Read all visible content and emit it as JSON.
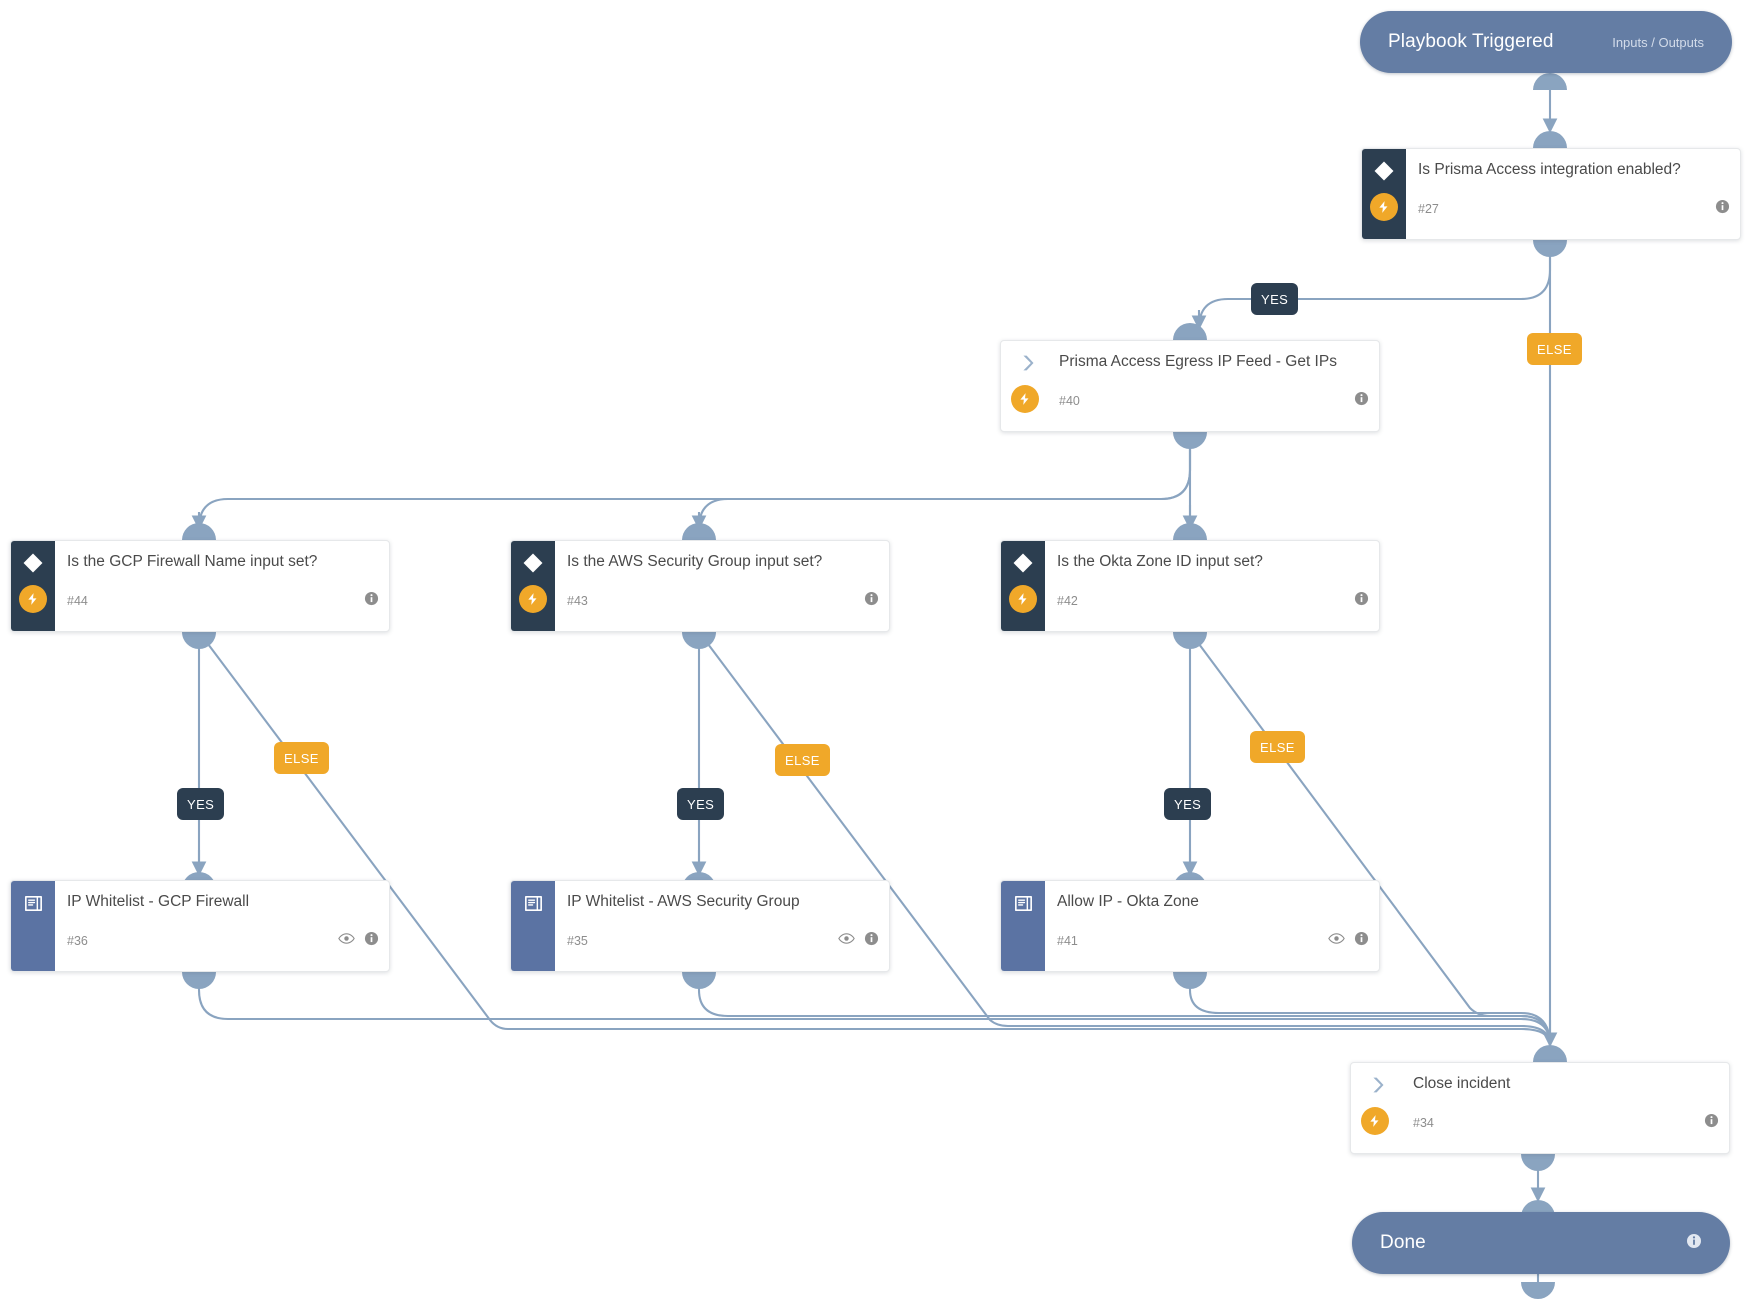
{
  "diagram": {
    "title": "Playbook Triggered",
    "type": "playbook-workflow"
  },
  "start": {
    "label": "Playbook Triggered",
    "sublabel": "Inputs / Outputs",
    "info_icon": "info-icon"
  },
  "end": {
    "label": "Done",
    "info_icon": "info-icon"
  },
  "nodes": [
    {
      "id": "n27",
      "title": "Is Prisma Access integration enabled?",
      "number": "#27",
      "kind": "condition",
      "icon": "diamond-icon",
      "has_bolt": true,
      "has_eye": false,
      "has_info": true
    },
    {
      "id": "n40",
      "title": "Prisma Access Egress IP Feed - Get IPs",
      "number": "#40",
      "kind": "regular",
      "icon": "chevron-right-icon",
      "has_bolt": true,
      "has_eye": false,
      "has_info": true
    },
    {
      "id": "n44",
      "title": "Is the GCP Firewall Name input set?",
      "number": "#44",
      "kind": "condition",
      "icon": "diamond-icon",
      "has_bolt": true,
      "has_eye": false,
      "has_info": true
    },
    {
      "id": "n43",
      "title": "Is the AWS Security Group input set?",
      "number": "#43",
      "kind": "condition",
      "icon": "diamond-icon",
      "has_bolt": true,
      "has_eye": false,
      "has_info": true
    },
    {
      "id": "n42",
      "title": "Is the Okta Zone ID input set?",
      "number": "#42",
      "kind": "condition",
      "icon": "diamond-icon",
      "has_bolt": true,
      "has_eye": false,
      "has_info": true
    },
    {
      "id": "n36",
      "title": "IP Whitelist - GCP Firewall",
      "number": "#36",
      "kind": "sub-playbook",
      "icon": "book-icon",
      "has_bolt": false,
      "has_eye": true,
      "has_info": true
    },
    {
      "id": "n35",
      "title": "IP Whitelist - AWS Security Group",
      "number": "#35",
      "kind": "sub-playbook",
      "icon": "book-icon",
      "has_bolt": false,
      "has_eye": true,
      "has_info": true
    },
    {
      "id": "n41",
      "title": "Allow IP - Okta Zone",
      "number": "#41",
      "kind": "sub-playbook",
      "icon": "book-icon",
      "has_bolt": false,
      "has_eye": true,
      "has_info": true
    },
    {
      "id": "n34",
      "title": "Close incident",
      "number": "#34",
      "kind": "regular",
      "icon": "chevron-right-icon",
      "has_bolt": true,
      "has_eye": false,
      "has_info": true
    }
  ],
  "branch_labels": {
    "yes_27": "YES",
    "else_27": "ELSE",
    "yes_44": "YES",
    "else_44": "ELSE",
    "yes_43": "YES",
    "else_43": "ELSE",
    "yes_42": "YES",
    "else_42": "ELSE"
  },
  "colors": {
    "accent_orange": "#f0a829",
    "condition_dark": "#2c3e50",
    "subplaybook_blue": "#5b73a3",
    "pill_blue": "#647da4",
    "edge_blue": "#8aa4c0",
    "card_text": "#4a4a4a",
    "muted_text": "#8d8d8d"
  }
}
